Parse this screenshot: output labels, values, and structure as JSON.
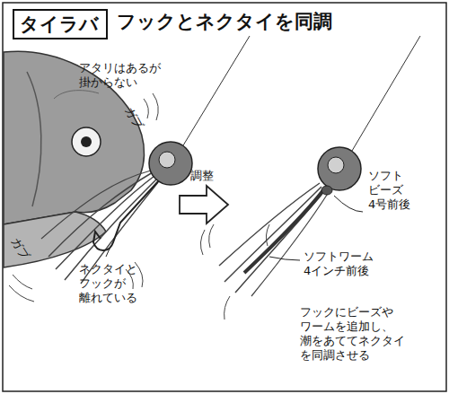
{
  "diagram": {
    "title": "フックとネクタイを同調",
    "nodes": [
      {
        "text": [
          "タイラバ"
        ]
      }
    ],
    "labels": [
      "アタリはあるが 掛からない",
      "ガブ",
      "ガブ",
      "調整",
      "ソフト ビーズ 4号前後",
      "ソフトワーム 4インチ前後",
      "ネクタイと フックが 離れている",
      "フックにビーズや ワームを追加し、 潮をあててネクタイ を同調させる"
    ]
  }
}
